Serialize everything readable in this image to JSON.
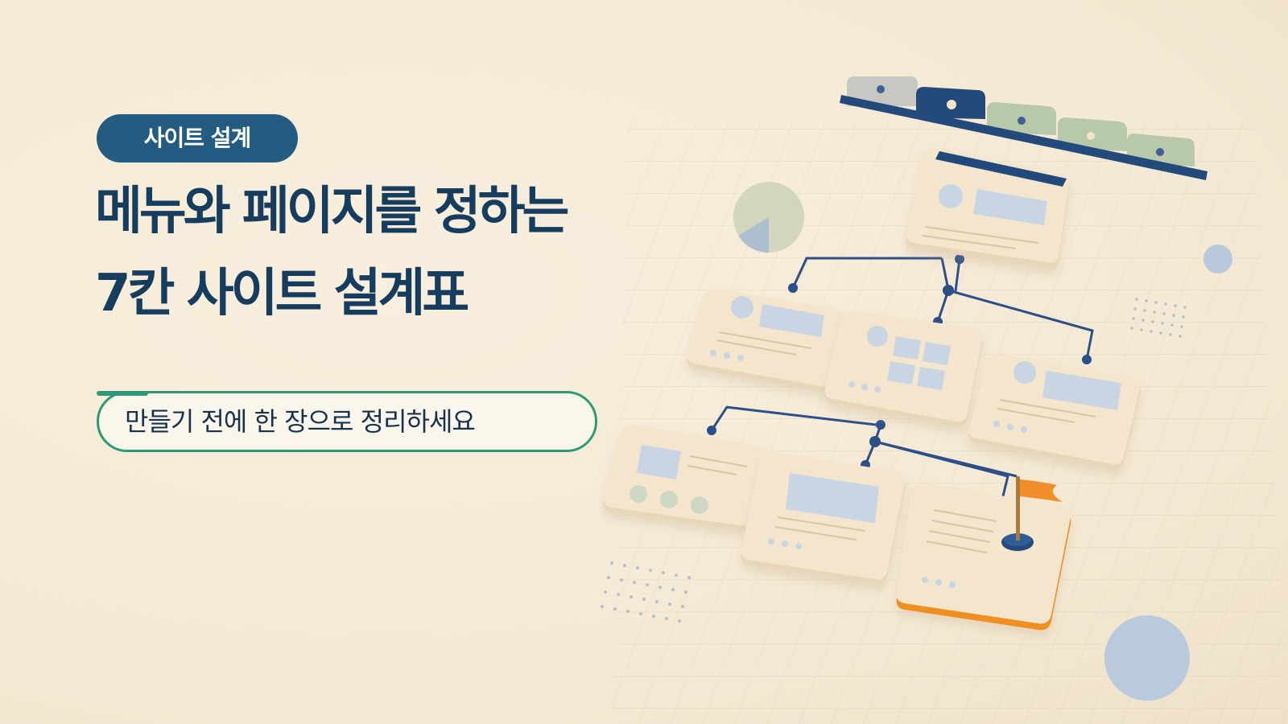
{
  "tag": {
    "label": "사이트 설계"
  },
  "title": {
    "line1": "메뉴와 페이지를 정하는",
    "line2": "7칸 사이트 설계표"
  },
  "subtitle": {
    "text": "만들기 전에 한 장으로 정리하세요"
  },
  "colors": {
    "background": "#f6ecd9",
    "navy": "#245b80",
    "title_text": "#163c5e",
    "green_accent": "#2e9a75",
    "orange_accent": "#ef8f24",
    "sage": "#b8c9aa",
    "card": "#f3e3c8",
    "placeholder_blue": "#c9d5e3"
  },
  "icons": [
    "flag-icon"
  ]
}
